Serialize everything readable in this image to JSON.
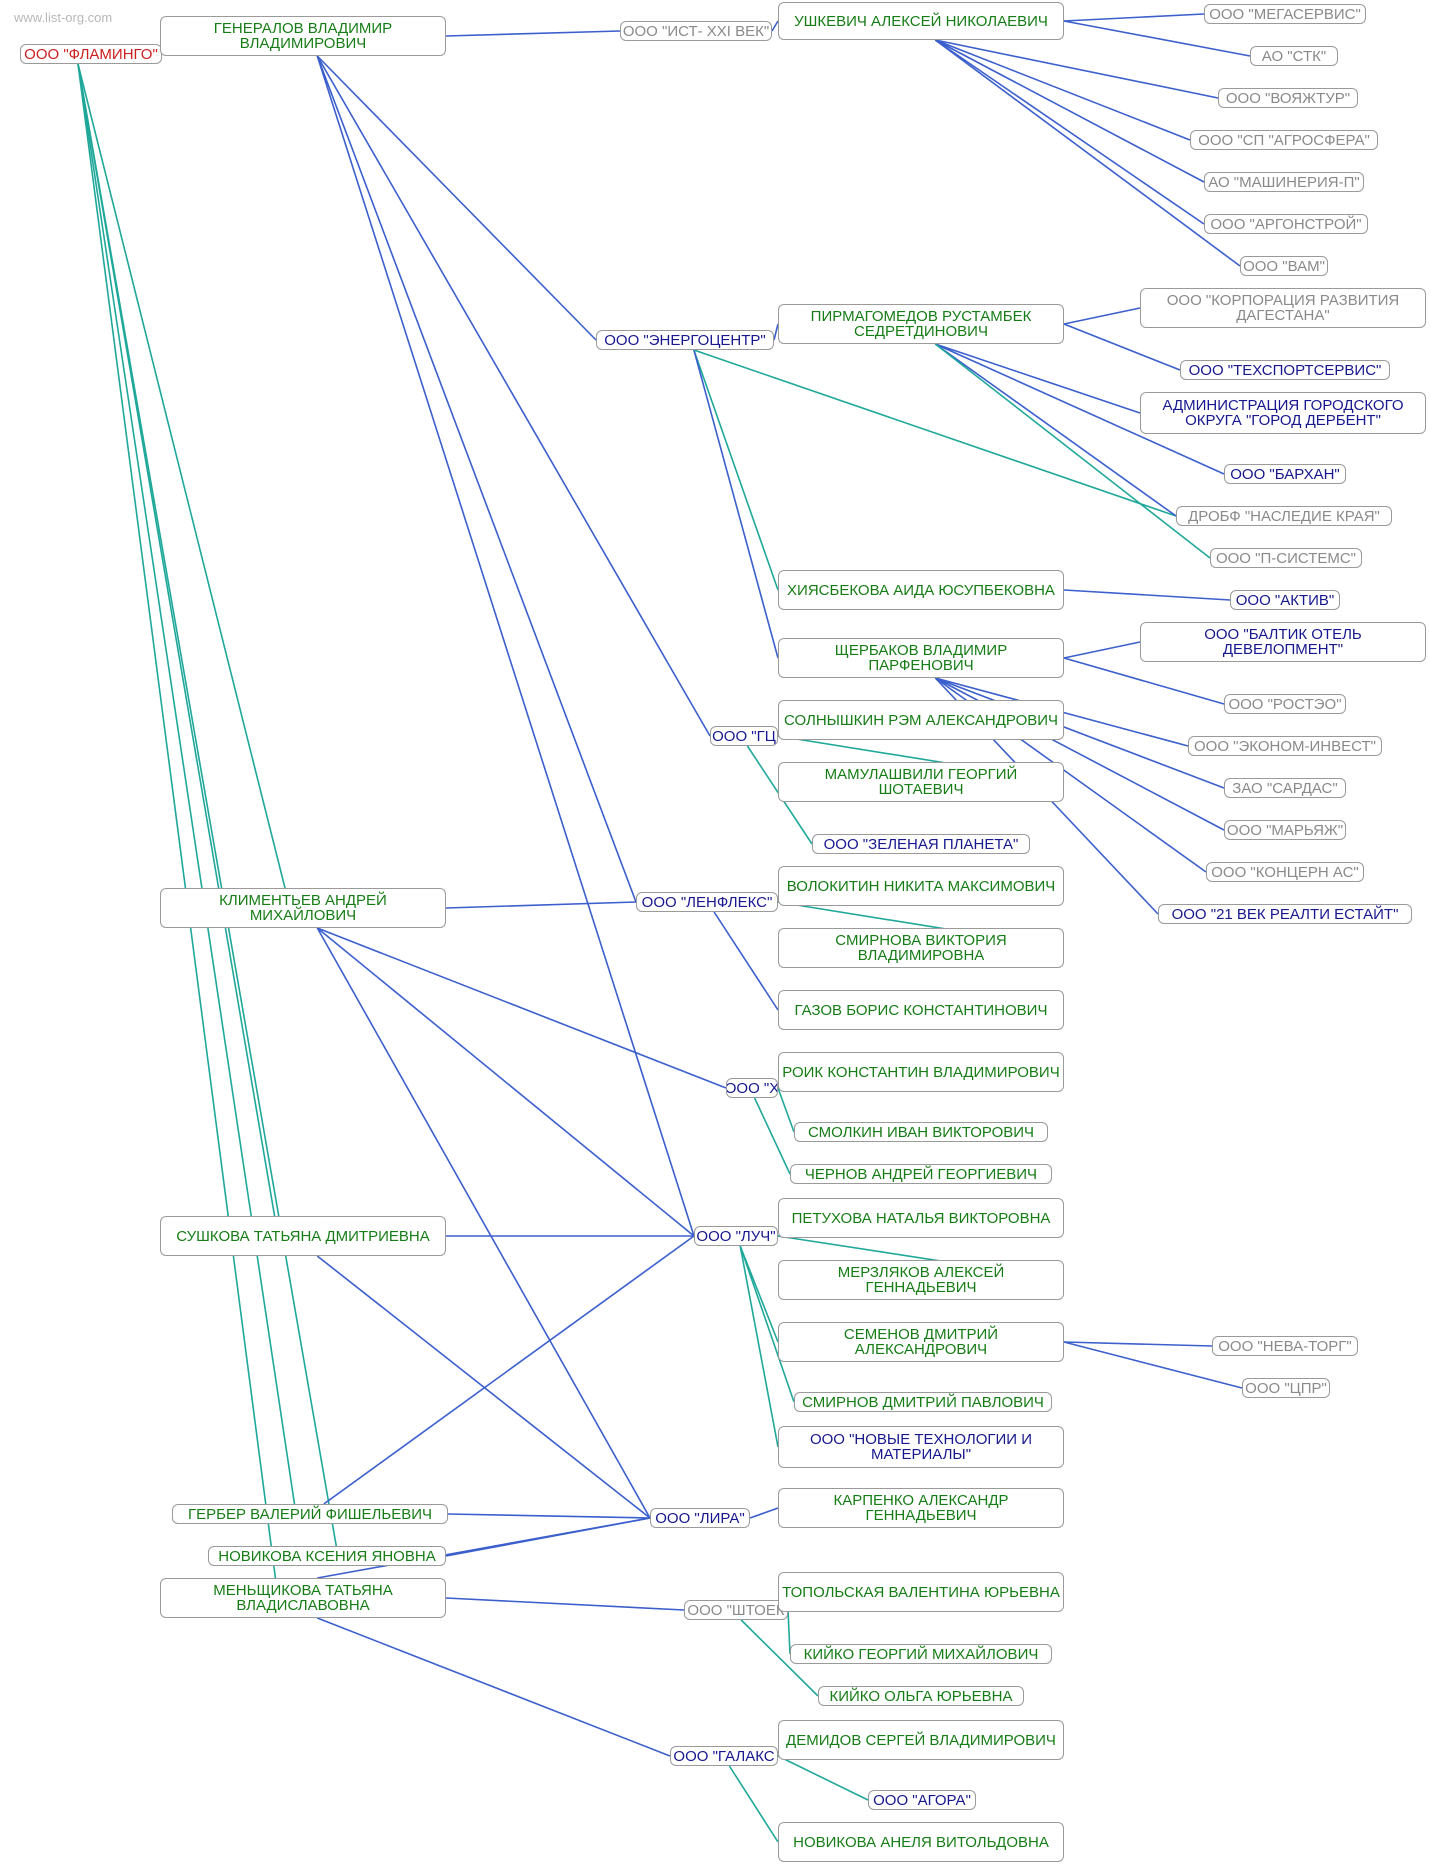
{
  "watermark": "www.list-org.com",
  "colors": {
    "person": "#167d16",
    "org_blue": "#17178f",
    "org_gray": "#8a8a8a",
    "root": "#cc1f1f",
    "edge_director": "#3b5fcc",
    "edge_founder": "#1fa89a"
  },
  "nodes": [
    {
      "id": "flamingo",
      "label": "ООО \"ФЛАМИНГО\"",
      "kind": "root"
    },
    {
      "id": "generalov",
      "label": "ГЕНЕРАЛОВ ВЛАДИМИР ВЛАДИМИРОВИЧ",
      "kind": "person"
    },
    {
      "id": "ist",
      "label": "ООО \"ИСТ- XXI ВЕК\"",
      "kind": "org_gray"
    },
    {
      "id": "ushkevich",
      "label": "УШКЕВИЧ АЛЕКСЕЙ НИКОЛАЕВИЧ",
      "kind": "person"
    },
    {
      "id": "megaservis",
      "label": "ООО \"МЕГАСЕРВИС\"",
      "kind": "org_gray"
    },
    {
      "id": "stk",
      "label": "АО \"СТК\"",
      "kind": "org_gray"
    },
    {
      "id": "voyazhtur",
      "label": "ООО \"ВОЯЖТУР\"",
      "kind": "org_gray"
    },
    {
      "id": "agrosfera",
      "label": "ООО \"СП \"АГРОСФЕРА\"",
      "kind": "org_gray"
    },
    {
      "id": "mashineria",
      "label": "АО \"МАШИНЕРИЯ-П\"",
      "kind": "org_gray"
    },
    {
      "id": "argonstroy",
      "label": "ООО \"АРГОНСТРОЙ\"",
      "kind": "org_gray"
    },
    {
      "id": "vam",
      "label": "ООО \"ВАМ\"",
      "kind": "org_gray"
    },
    {
      "id": "energocentr",
      "label": "ООО \"ЭНЕРГОЦЕНТР\"",
      "kind": "org_blue"
    },
    {
      "id": "pirmagomedov",
      "label": "ПИРМАГОМЕДОВ РУСТАМБЕК СЕДРЕТДИНОВИЧ",
      "kind": "person"
    },
    {
      "id": "korporacia",
      "label": "ООО \"КОРПОРАЦИЯ РАЗВИТИЯ ДАГЕСТАНА\"",
      "kind": "org_gray"
    },
    {
      "id": "tehsport",
      "label": "ООО \"ТЕХСПОРТСЕРВИС\"",
      "kind": "org_blue"
    },
    {
      "id": "derbent",
      "label": "АДМИНИСТРАЦИЯ ГОРОДСКОГО ОКРУГА \"ГОРОД ДЕРБЕНТ\"",
      "kind": "org_blue"
    },
    {
      "id": "barhan",
      "label": "ООО \"БАРХАН\"",
      "kind": "org_blue"
    },
    {
      "id": "nasledie",
      "label": "ДРОБФ \"НАСЛЕДИЕ КРАЯ\"",
      "kind": "org_gray"
    },
    {
      "id": "psistems",
      "label": "ООО \"П-СИСТЕМС\"",
      "kind": "org_gray"
    },
    {
      "id": "hiyasbekova",
      "label": "ХИЯСБЕКОВА АИДА ЮСУПБЕКОВНА",
      "kind": "person"
    },
    {
      "id": "aktiv",
      "label": "ООО \"АКТИВ\"",
      "kind": "org_blue"
    },
    {
      "id": "scherbakov",
      "label": "ЩЕРБАКОВ ВЛАДИМИР ПАРФЕНОВИЧ",
      "kind": "person"
    },
    {
      "id": "baltik",
      "label": "ООО \"БАЛТИК ОТЕЛЬ ДЕВЕЛОПМЕНТ\"",
      "kind": "org_blue"
    },
    {
      "id": "rostzo",
      "label": "ООО \"РОСТЭО\"",
      "kind": "org_gray"
    },
    {
      "id": "ekonom",
      "label": "ООО \"ЭКОНОМ-ИНВЕСТ\"",
      "kind": "org_gray"
    },
    {
      "id": "sardas",
      "label": "ЗАО \"САРДАС\"",
      "kind": "org_gray"
    },
    {
      "id": "maryazh",
      "label": "ООО \"МАРЬЯЖ\"",
      "kind": "org_gray"
    },
    {
      "id": "koncern",
      "label": "ООО \"КОНЦЕРН АС\"",
      "kind": "org_gray"
    },
    {
      "id": "vekrealti",
      "label": "ООО \"21 ВЕК РЕАЛТИ ЕСТАЙТ\"",
      "kind": "org_blue"
    },
    {
      "id": "gc",
      "label": "ООО \"ГЦ",
      "kind": "org_blue"
    },
    {
      "id": "solnyshkin",
      "label": "СОЛНЫШКИН РЭМ АЛЕКСАНДРОВИЧ",
      "kind": "person"
    },
    {
      "id": "mamulashvili",
      "label": "МАМУЛАШВИЛИ ГЕОРГИЙ ШОТАЕВИЧ",
      "kind": "person"
    },
    {
      "id": "zelenaya",
      "label": "ООО \"ЗЕЛЕНАЯ ПЛАНЕТА\"",
      "kind": "org_blue"
    },
    {
      "id": "klimentyev",
      "label": "КЛИМЕНТЬЕВ АНДРЕЙ МИХАЙЛОВИЧ",
      "kind": "person"
    },
    {
      "id": "lenfleks",
      "label": "ООО \"ЛЕНФЛЕКС\"",
      "kind": "org_blue"
    },
    {
      "id": "volokitin",
      "label": "ВОЛОКИТИН НИКИТА МАКСИМОВИЧ",
      "kind": "person"
    },
    {
      "id": "smirnova",
      "label": "СМИРНОВА ВИКТОРИЯ ВЛАДИМИРОВНА",
      "kind": "person"
    },
    {
      "id": "gazov",
      "label": "ГАЗОВ БОРИС КОНСТАНТИНОВИЧ",
      "kind": "person"
    },
    {
      "id": "roik",
      "label": "РОИК КОНСТАНТИН ВЛАДИМИРОВИЧ",
      "kind": "person"
    },
    {
      "id": "h",
      "label": "ООО \"Х",
      "kind": "org_blue"
    },
    {
      "id": "smolkin",
      "label": "СМОЛКИН ИВАН ВИКТОРОВИЧ",
      "kind": "person"
    },
    {
      "id": "chernov",
      "label": "ЧЕРНОВ АНДРЕЙ ГЕОРГИЕВИЧ",
      "kind": "person"
    },
    {
      "id": "sushkova",
      "label": "СУШКОВА ТАТЬЯНА ДМИТРИЕВНА",
      "kind": "person"
    },
    {
      "id": "luch",
      "label": "ООО \"ЛУЧ\"",
      "kind": "org_blue"
    },
    {
      "id": "petuhova",
      "label": "ПЕТУХОВА НАТАЛЬЯ ВИКТОРОВНА",
      "kind": "person"
    },
    {
      "id": "merzlyakov",
      "label": "МЕРЗЛЯКОВ АЛЕКСЕЙ ГЕННАДЬЕВИЧ",
      "kind": "person"
    },
    {
      "id": "semenov",
      "label": "СЕМЕНОВ ДМИТРИЙ АЛЕКСАНДРОВИЧ",
      "kind": "person"
    },
    {
      "id": "nevatorg",
      "label": "ООО \"НЕВА-ТОРГ\"",
      "kind": "org_gray"
    },
    {
      "id": "cpr",
      "label": "ООО \"ЦПР\"",
      "kind": "org_gray"
    },
    {
      "id": "smirnovdp",
      "label": "СМИРНОВ ДМИТРИЙ ПАВЛОВИЧ",
      "kind": "person"
    },
    {
      "id": "novtech",
      "label": "ООО \"НОВЫЕ ТЕХНОЛОГИИ И МАТЕРИАЛЫ\"",
      "kind": "org_blue"
    },
    {
      "id": "gerber",
      "label": "ГЕРБЕР ВАЛЕРИЙ ФИШЕЛЬЕВИЧ",
      "kind": "person"
    },
    {
      "id": "lira",
      "label": "ООО \"ЛИРА\"",
      "kind": "org_blue"
    },
    {
      "id": "karpenko",
      "label": "КАРПЕНКО АЛЕКСАНДР ГЕННАДЬЕВИЧ",
      "kind": "person"
    },
    {
      "id": "novikovak",
      "label": "НОВИКОВА КСЕНИЯ ЯНОВНА",
      "kind": "person"
    },
    {
      "id": "menshikova",
      "label": "МЕНЬЩИКОВА ТАТЬЯНА ВЛАДИСЛАВОВНА",
      "kind": "person"
    },
    {
      "id": "shtoek",
      "label": "ООО \"ШТОЕК",
      "kind": "org_gray"
    },
    {
      "id": "topolskaya",
      "label": "ТОПОЛЬСКАЯ ВАЛЕНТИНА ЮРЬЕВНА",
      "kind": "person"
    },
    {
      "id": "kiykog",
      "label": "КИЙКО ГЕОРГИЙ МИХАЙЛОВИЧ",
      "kind": "person"
    },
    {
      "id": "kiykoo",
      "label": "КИЙКО ОЛЬГА ЮРЬЕВНА",
      "kind": "person"
    },
    {
      "id": "galaks",
      "label": "ООО \"ГАЛАКС",
      "kind": "org_blue"
    },
    {
      "id": "demidov",
      "label": "ДЕМИДОВ СЕРГЕЙ ВЛАДИМИРОВИЧ",
      "kind": "person"
    },
    {
      "id": "agora",
      "label": "ООО \"АГОРА\"",
      "kind": "org_blue"
    },
    {
      "id": "novikovaa",
      "label": "НОВИКОВА АНЕЛЯ ВИТОЛЬДОВНА",
      "kind": "person"
    }
  ],
  "edges": [
    {
      "from": "generalov",
      "to": "ist",
      "kind": "director"
    },
    {
      "from": "generalov",
      "to": "energocentr",
      "kind": "director"
    },
    {
      "from": "generalov",
      "to": "gc",
      "kind": "director"
    },
    {
      "from": "generalov",
      "to": "lenfleks",
      "kind": "director"
    },
    {
      "from": "generalov",
      "to": "luch",
      "kind": "director"
    },
    {
      "from": "flamingo",
      "to": "klimentyev",
      "kind": "founder"
    },
    {
      "from": "flamingo",
      "to": "sushkova",
      "kind": "founder"
    },
    {
      "from": "flamingo",
      "to": "gerber",
      "kind": "founder"
    },
    {
      "from": "flamingo",
      "to": "novikovak",
      "kind": "founder"
    },
    {
      "from": "flamingo",
      "to": "menshikova",
      "kind": "founder"
    },
    {
      "from": "ist",
      "to": "ushkevich",
      "kind": "director"
    },
    {
      "from": "ushkevich",
      "to": "megaservis",
      "kind": "director"
    },
    {
      "from": "ushkevich",
      "to": "stk",
      "kind": "director"
    },
    {
      "from": "ushkevich",
      "to": "voyazhtur",
      "kind": "director"
    },
    {
      "from": "ushkevich",
      "to": "agrosfera",
      "kind": "director"
    },
    {
      "from": "ushkevich",
      "to": "mashineria",
      "kind": "director"
    },
    {
      "from": "ushkevich",
      "to": "argonstroy",
      "kind": "director"
    },
    {
      "from": "ushkevich",
      "to": "vam",
      "kind": "director"
    },
    {
      "from": "energocentr",
      "to": "pirmagomedov",
      "kind": "director"
    },
    {
      "from": "energocentr",
      "to": "hiyasbekova",
      "kind": "founder"
    },
    {
      "from": "energocentr",
      "to": "scherbakov",
      "kind": "director"
    },
    {
      "from": "energocentr",
      "to": "nasledie",
      "kind": "founder"
    },
    {
      "from": "pirmagomedov",
      "to": "korporacia",
      "kind": "director"
    },
    {
      "from": "pirmagomedov",
      "to": "tehsport",
      "kind": "director"
    },
    {
      "from": "pirmagomedov",
      "to": "derbent",
      "kind": "director"
    },
    {
      "from": "pirmagomedov",
      "to": "barhan",
      "kind": "director"
    },
    {
      "from": "pirmagomedov",
      "to": "nasledie",
      "kind": "director"
    },
    {
      "from": "pirmagomedov",
      "to": "psistems",
      "kind": "founder"
    },
    {
      "from": "hiyasbekova",
      "to": "aktiv",
      "kind": "director"
    },
    {
      "from": "scherbakov",
      "to": "baltik",
      "kind": "director"
    },
    {
      "from": "scherbakov",
      "to": "rostzo",
      "kind": "director"
    },
    {
      "from": "scherbakov",
      "to": "ekonom",
      "kind": "director"
    },
    {
      "from": "scherbakov",
      "to": "sardas",
      "kind": "director"
    },
    {
      "from": "scherbakov",
      "to": "maryazh",
      "kind": "director"
    },
    {
      "from": "scherbakov",
      "to": "koncern",
      "kind": "director"
    },
    {
      "from": "scherbakov",
      "to": "vekrealti",
      "kind": "director"
    },
    {
      "from": "gc",
      "to": "solnyshkin",
      "kind": "director"
    },
    {
      "from": "gc",
      "to": "mamulashvili",
      "kind": "founder"
    },
    {
      "from": "gc",
      "to": "zelenaya",
      "kind": "founder"
    },
    {
      "from": "klimentyev",
      "to": "lenfleks",
      "kind": "director"
    },
    {
      "from": "klimentyev",
      "to": "h",
      "kind": "director"
    },
    {
      "from": "klimentyev",
      "to": "luch",
      "kind": "director"
    },
    {
      "from": "klimentyev",
      "to": "lira",
      "kind": "director"
    },
    {
      "from": "lenfleks",
      "to": "volokitin",
      "kind": "director"
    },
    {
      "from": "lenfleks",
      "to": "smirnova",
      "kind": "founder"
    },
    {
      "from": "lenfleks",
      "to": "gazov",
      "kind": "director"
    },
    {
      "from": "h",
      "to": "roik",
      "kind": "director"
    },
    {
      "from": "h",
      "to": "smolkin",
      "kind": "founder"
    },
    {
      "from": "h",
      "to": "chernov",
      "kind": "founder"
    },
    {
      "from": "sushkova",
      "to": "luch",
      "kind": "director"
    },
    {
      "from": "sushkova",
      "to": "lira",
      "kind": "director"
    },
    {
      "from": "luch",
      "to": "petuhova",
      "kind": "director"
    },
    {
      "from": "luch",
      "to": "merzlyakov",
      "kind": "founder"
    },
    {
      "from": "luch",
      "to": "semenov",
      "kind": "founder"
    },
    {
      "from": "luch",
      "to": "smirnovdp",
      "kind": "founder"
    },
    {
      "from": "luch",
      "to": "novtech",
      "kind": "founder"
    },
    {
      "from": "semenov",
      "to": "nevatorg",
      "kind": "director"
    },
    {
      "from": "semenov",
      "to": "cpr",
      "kind": "director"
    },
    {
      "from": "gerber",
      "to": "luch",
      "kind": "director"
    },
    {
      "from": "gerber",
      "to": "lira",
      "kind": "director"
    },
    {
      "from": "novikovak",
      "to": "lira",
      "kind": "director"
    },
    {
      "from": "menshikova",
      "to": "lira",
      "kind": "director"
    },
    {
      "from": "lira",
      "to": "karpenko",
      "kind": "director"
    },
    {
      "from": "menshikova",
      "to": "shtoek",
      "kind": "director"
    },
    {
      "from": "menshikova",
      "to": "galaks",
      "kind": "director"
    },
    {
      "from": "shtoek",
      "to": "topolskaya",
      "kind": "director"
    },
    {
      "from": "shtoek",
      "to": "kiykog",
      "kind": "founder"
    },
    {
      "from": "shtoek",
      "to": "kiykoo",
      "kind": "founder"
    },
    {
      "from": "galaks",
      "to": "demidov",
      "kind": "director"
    },
    {
      "from": "galaks",
      "to": "agora",
      "kind": "founder"
    },
    {
      "from": "galaks",
      "to": "novikovaa",
      "kind": "founder"
    }
  ]
}
